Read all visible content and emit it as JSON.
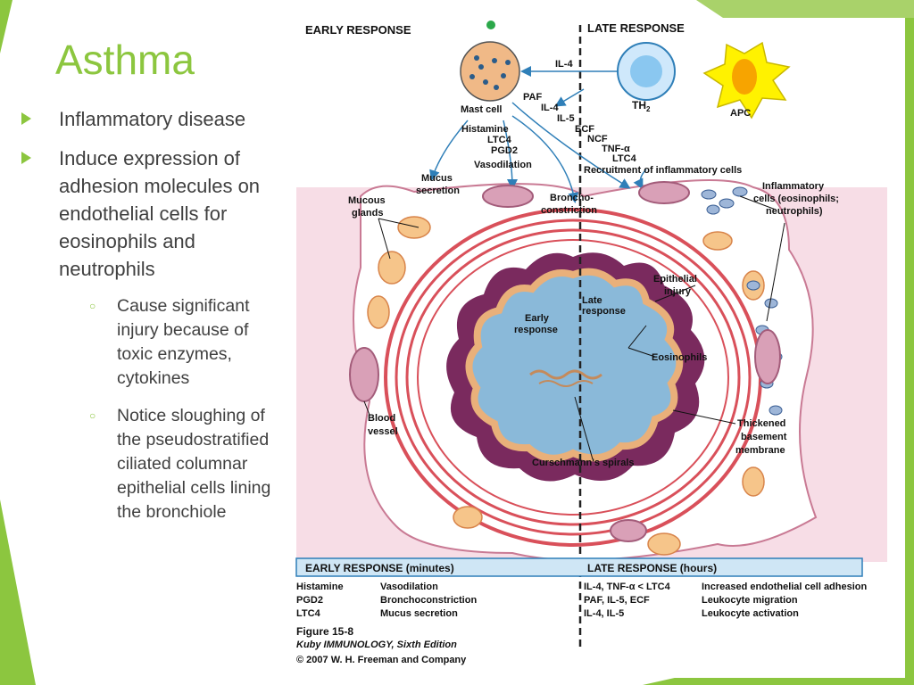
{
  "slide": {
    "title": "Asthma",
    "bullets": [
      {
        "text": "Inflammatory disease"
      },
      {
        "text": "Induce expression of adhesion molecules on endothelial cells for eosinophils and neutrophils"
      }
    ],
    "sub_bullets": [
      {
        "text": "Cause significant injury because of toxic enzymes, cytokines"
      },
      {
        "text": "Notice sloughing of the pseudostratified ciliated columnar epithelial cells lining the bronchiole"
      }
    ]
  },
  "figure": {
    "header_early": "EARLY RESPONSE",
    "header_late": "LATE RESPONSE",
    "il4_top": "IL-4",
    "th2": "TH",
    "th2_sub": "2",
    "apc": "APC",
    "mast_cell": "Mast cell",
    "paf_list": [
      "PAF",
      "IL-4",
      "IL-5",
      "ECF",
      "NCF",
      "TNF-α",
      "LTC4"
    ],
    "recruitment": "Recruitment of inflammatory cells",
    "mediators": [
      "Histamine",
      "LTC4",
      "PGD2",
      "Vasodilation"
    ],
    "mucus_secretion": [
      "Mucus",
      "secretion"
    ],
    "mucous_glands": [
      "Mucous",
      "glands"
    ],
    "bronchoconstriction": [
      "Broncho-",
      "constriction"
    ],
    "inflammatory_cells": [
      "Inflammatory",
      "cells (eosinophils;",
      "neutrophils)"
    ],
    "epithelial_injury": [
      "Epithelial",
      "injury"
    ],
    "late_response_lbl": [
      "Late",
      "response"
    ],
    "early_response_lbl": [
      "Early",
      "response"
    ],
    "eosinophils": "Eosinophils",
    "blood_vessel": [
      "Blood",
      "vessel"
    ],
    "thickened": [
      "Thickened",
      "basement",
      "membrane"
    ],
    "curschmann": "Curschmann's spirals",
    "table_early_header": "EARLY RESPONSE (minutes)",
    "table_late_header": "LATE RESPONSE (hours)",
    "early_col1": [
      "Histamine",
      "PGD2",
      "LTC4"
    ],
    "early_col2": [
      "Vasodilation",
      "Bronchoconstriction",
      "Mucus secretion"
    ],
    "late_col1": [
      "IL-4, TNF-α < LTC4",
      "PAF, IL-5, ECF",
      "IL-4, IL-5"
    ],
    "late_col2": [
      "Increased endothelial cell adhesion",
      "Leukocyte migration",
      "Leukocyte activation"
    ],
    "caption_fig": "Figure 15-8",
    "caption_book": "Kuby IMMUNOLOGY, Sixth Edition",
    "caption_copy": "© 2007 W. H. Freeman and Company"
  },
  "colors": {
    "accent_green": "#8cc63f",
    "tissue_pink": "#f7dde6",
    "muscle_red": "#d9505a",
    "lumen_blue": "#8ab9d9",
    "basement_purple": "#7a2a5e",
    "table_blue": "#cfe6f5"
  }
}
